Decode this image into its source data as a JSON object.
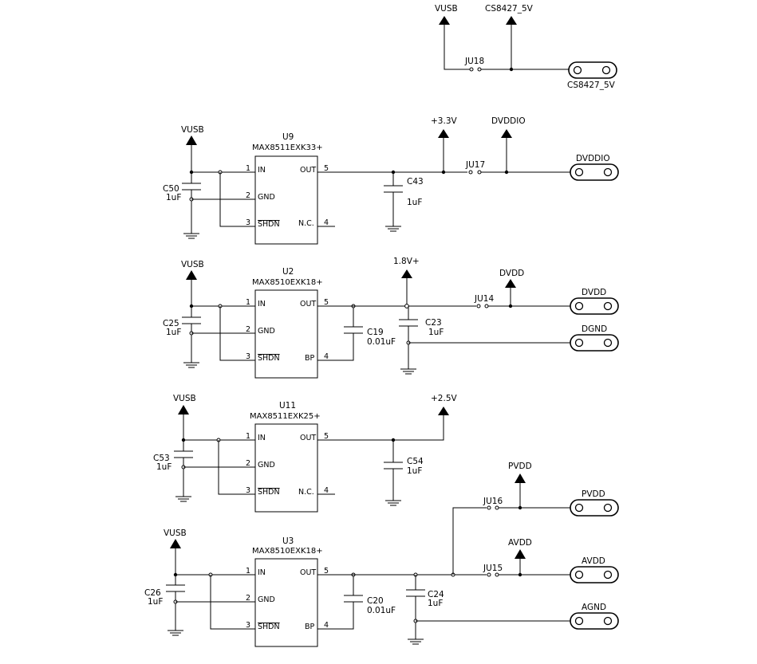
{
  "top": {
    "vusb": "VUSB",
    "cs8427_net": "CS8427_5V",
    "jumper": "JU18",
    "term_label": "CS8427_5V"
  },
  "u9": {
    "ref": "U9",
    "part": "MAX8511EXK33+",
    "pins": {
      "in_num": "1",
      "in": "IN",
      "gnd_num": "2",
      "gnd": "GND",
      "shdn_num": "3",
      "shdn": "SHDN",
      "out_num": "5",
      "out": "OUT",
      "p4_num": "4",
      "p4": "N.C."
    },
    "vusb": "VUSB",
    "cin_ref": "C50",
    "cin_val": "1uF",
    "cout_ref": "C43",
    "cout_val": "1uF",
    "rail": "+3.3V",
    "rail2": "DVDDIO",
    "jumper": "JU17",
    "term_label": "DVDDIO"
  },
  "u2": {
    "ref": "U2",
    "part": "MAX8510EXK18+",
    "pins": {
      "in_num": "1",
      "in": "IN",
      "gnd_num": "2",
      "gnd": "GND",
      "shdn_num": "3",
      "shdn": "SHDN",
      "out_num": "5",
      "out": "OUT",
      "p4_num": "4",
      "p4": "BP"
    },
    "vusb": "VUSB",
    "cin_ref": "C25",
    "cin_val": "1uF",
    "cbp_ref": "C19",
    "cbp_val": "0.01uF",
    "cout_ref": "C23",
    "cout_val": "1uF",
    "rail": "1.8V+",
    "rail2": "DVDD",
    "jumper": "JU14",
    "term1_label": "DVDD",
    "term2_label": "DGND"
  },
  "u11": {
    "ref": "U11",
    "part": "MAX8511EXK25+",
    "pins": {
      "in_num": "1",
      "in": "IN",
      "gnd_num": "2",
      "gnd": "GND",
      "shdn_num": "3",
      "shdn": "SHDN",
      "out_num": "5",
      "out": "OUT",
      "p4_num": "4",
      "p4": "N.C."
    },
    "vusb": "VUSB",
    "cin_ref": "C53",
    "cin_val": "1uF",
    "cout_ref": "C54",
    "cout_val": "1uF",
    "rail": "+2.5V"
  },
  "u3": {
    "ref": "U3",
    "part": "MAX8510EXK18+",
    "pins": {
      "in_num": "1",
      "in": "IN",
      "gnd_num": "2",
      "gnd": "GND",
      "shdn_num": "3",
      "shdn": "SHDN",
      "out_num": "5",
      "out": "OUT",
      "p4_num": "4",
      "p4": "BP"
    },
    "vusb": "VUSB",
    "cin_ref": "C26",
    "cin_val": "1uF",
    "cbp_ref": "C20",
    "cbp_val": "0.01uF",
    "cout_ref": "C24",
    "cout_val": "1uF",
    "pvdd": "PVDD",
    "avdd": "AVDD",
    "jumper1": "JU16",
    "jumper2": "JU15",
    "term1_label": "PVDD",
    "term2_label": "AVDD",
    "term3_label": "AGND"
  }
}
